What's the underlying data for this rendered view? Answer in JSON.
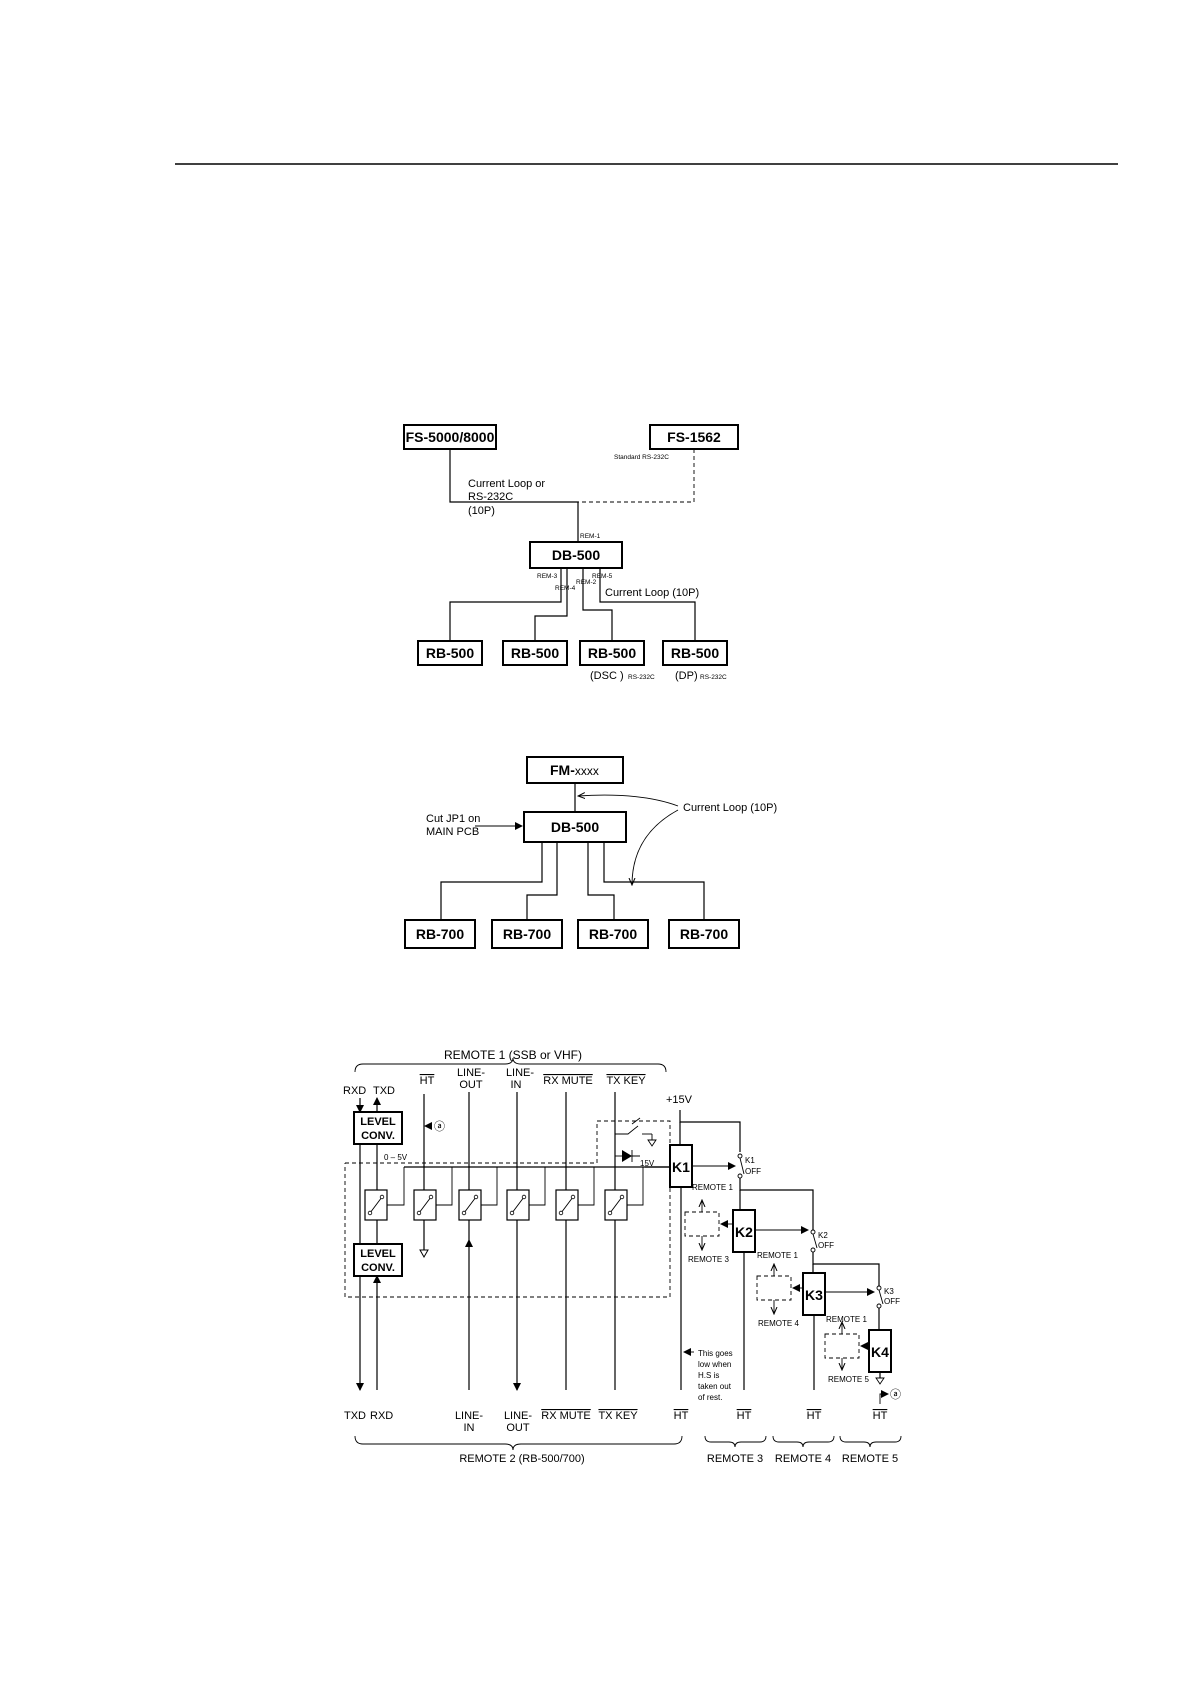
{
  "diagram1": {
    "fs5000": "FS-5000/8000",
    "fs1562": "FS-1562",
    "standard_rs232c": "Standard RS-232C",
    "current_loop_or": "Current Loop or",
    "rs232c": "RS-232C",
    "p10": "(10P)",
    "rem1": "REM-1",
    "db500": "DB-500",
    "rem3": "REM-3",
    "rem4": "REM-4",
    "rem2": "REM-2",
    "rem5": "REM-5",
    "current_loop_10p": "Current Loop (10P)",
    "rb": [
      "RB-500",
      "RB-500",
      "RB-500",
      "RB-500"
    ],
    "dsc": "(DSC )",
    "dp": "(DP)",
    "rs232c_small": "RS-232C"
  },
  "diagram2": {
    "fm": "FM-",
    "fm_suffix": "xxxx",
    "db500": "DB-500",
    "cut_jp1": "Cut JP1 on",
    "main_pcb": "MAIN PCB",
    "current_loop": "Current Loop (10P)",
    "rb": [
      "RB-700",
      "RB-700",
      "RB-700",
      "RB-700"
    ]
  },
  "diagram3": {
    "remote1": "REMOTE 1 (SSB or VHF)",
    "rxd": "RXD",
    "txd": "TXD",
    "ht": "HT",
    "line": "LINE-",
    "out": "OUT",
    "in": "IN",
    "rx_mute": "RX MUTE",
    "tx_key": "TX KEY",
    "p15v": "+15V",
    "v15": "15V",
    "level": "LEVEL",
    "conv": "CONV.",
    "v0_5": "0 – 5V",
    "circle_a": "ⓐ",
    "k1": "K1",
    "k2": "K2",
    "k3": "K3",
    "k4": "K4",
    "k1_label": "K1",
    "k2_label": "K2",
    "k3_label": "K3",
    "off": "OFF",
    "remote_1": "REMOTE 1",
    "remote_3": "REMOTE 3",
    "remote_4": "REMOTE 4",
    "remote_5": "REMOTE 5",
    "note": [
      "This goes",
      "low when",
      "H.S is",
      "taken out",
      "of rest."
    ],
    "remote2": "REMOTE 2 (RB-500/700)"
  }
}
